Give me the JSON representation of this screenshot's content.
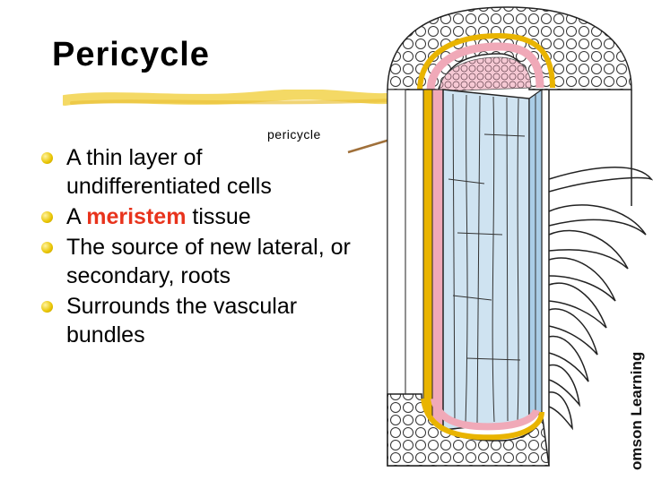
{
  "slide": {
    "title": "Pericycle",
    "bullets": [
      {
        "text": "A thin layer of undifferentiated cells"
      },
      {
        "pre": "A ",
        "highlight": "meristem",
        "post": " tissue"
      },
      {
        "text": "The source of new lateral, or secondary, roots"
      },
      {
        "text": "Surrounds the vascular bundles"
      }
    ]
  },
  "figure": {
    "callout_label": "pericycle",
    "credit": "omson Learning"
  },
  "colors": {
    "accent_underline": "#f2d24a",
    "bullet": "#e8c400",
    "highlight": "#e8331c",
    "vascular_fill": "#cfe3f1",
    "pericycle_band": "#f0a9b8",
    "endodermis_band": "#e9b400",
    "pointer_line": "#a0703a"
  }
}
